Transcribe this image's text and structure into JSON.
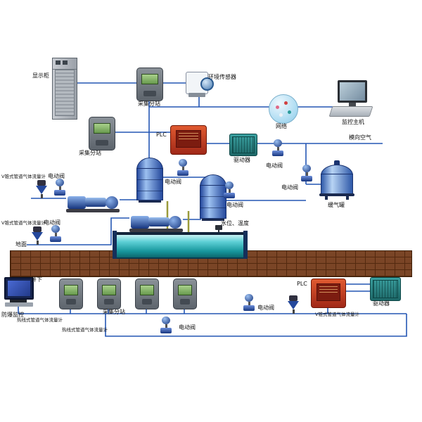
{
  "colors": {
    "pipe_line": "#2456b4",
    "riser_pipe": "#9a9a3a",
    "plc_red": "#c0392b",
    "driver_teal": "#2e8b8b",
    "tank_blue": "#24489c",
    "water_cyan": "#18989e",
    "ground_brown": "#7a4526",
    "screen_green": "#a9d18c"
  },
  "surface": {
    "display_cabinet": "显示柜",
    "substation1": "采集分站",
    "substation2": "采集分站",
    "env_sensor": "环境传感器",
    "network": "网络",
    "host": "监控主机",
    "plc": "PLC",
    "driver": "驱动器",
    "to_air": "模向空气",
    "valve": "电动阀",
    "buffer_tank": "缓气罐",
    "vcone_meter": "V锥式管道气体流量计",
    "water_temp": "水位、温度",
    "ground": "地面"
  },
  "underground": {
    "wellhead": "井下",
    "monitor": "防爆监控",
    "substation": "采集分站",
    "hotwire_meter": "热线式管道气体流量计",
    "plc": "PLC",
    "driver": "驱动器",
    "valve": "电动阀",
    "vcone_meter": "V锥式管道气体流量计"
  }
}
